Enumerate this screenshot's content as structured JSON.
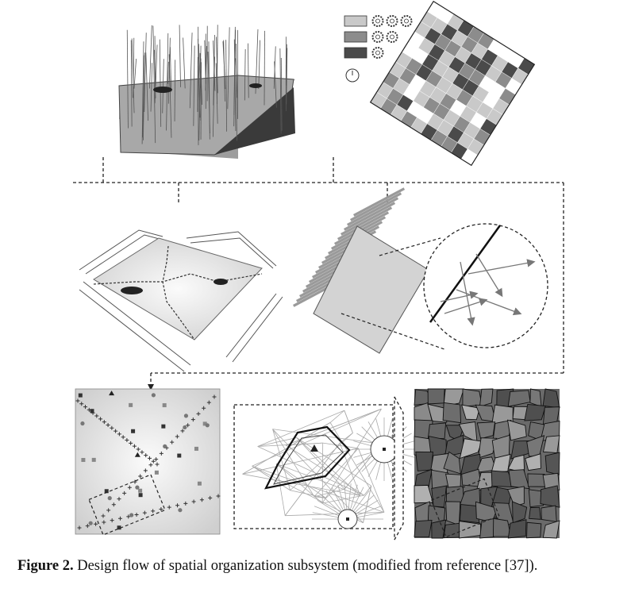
{
  "caption": {
    "label": "Figure 2.",
    "text": " Design flow of spatial organization subsystem (modified from reference [37])."
  },
  "colors": {
    "light": "#c9c9c9",
    "mid": "#8c8c8c",
    "dark": "#4a4a4a",
    "stroke": "#222222"
  },
  "legend": {
    "rows": [
      {
        "tone": "light",
        "gear_count": 3
      },
      {
        "tone": "mid",
        "gear_count": 2
      },
      {
        "tone": "dark",
        "gear_count": 1
      }
    ],
    "extra_icon": "timer-icon"
  },
  "icons": {
    "gear": "gear-icon",
    "timer": "timer-icon",
    "arrow": "arrow-down-icon"
  }
}
